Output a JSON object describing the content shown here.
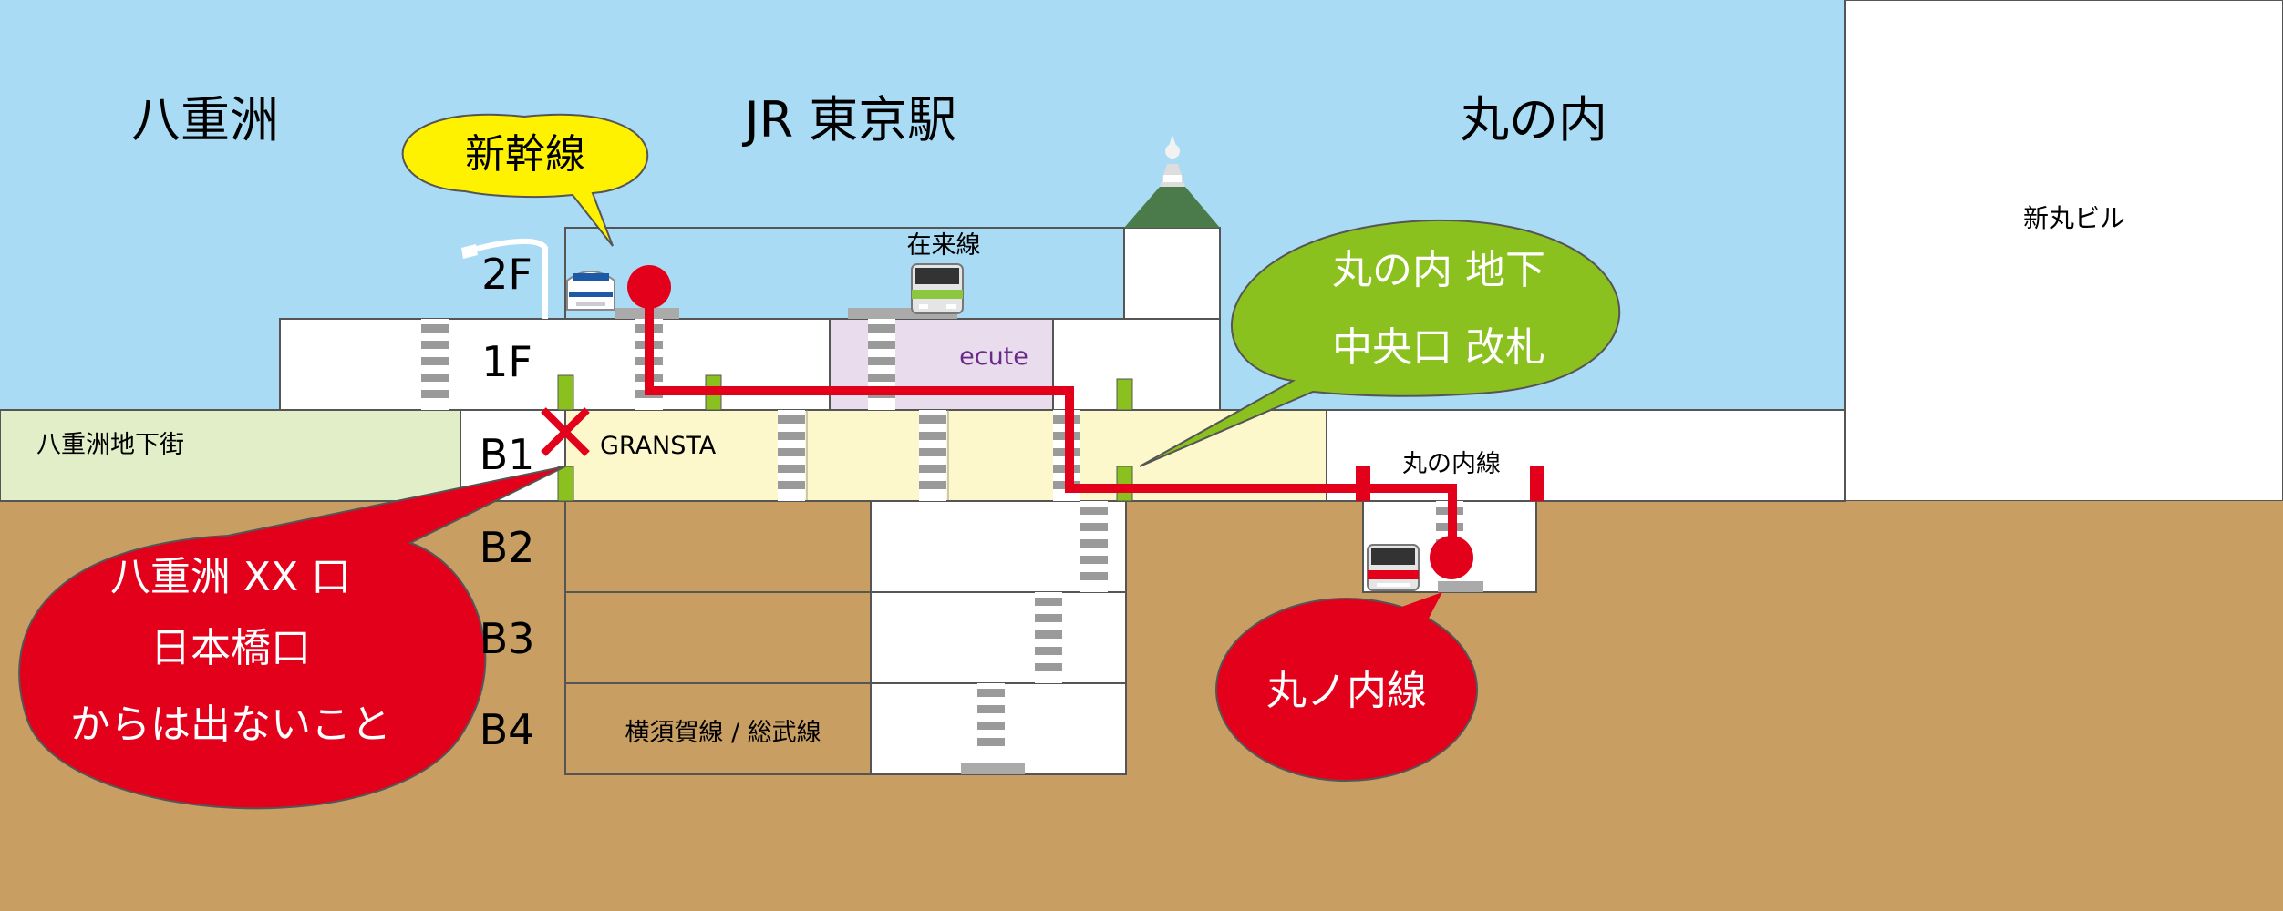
{
  "areas": {
    "yaesu": "八重洲",
    "jr_station": "JR 東京駅",
    "marunouchi": "丸の内",
    "shin_maru_bldg": "新丸ビル"
  },
  "floors": [
    "2F",
    "1F",
    "B1",
    "B2",
    "B3",
    "B4"
  ],
  "places": {
    "yaesu_underground": "八重洲地下街",
    "gransta": "GRANSTA",
    "ecute": "ecute",
    "conventional_lines": "在来線",
    "marunouchi_line_concourse": "丸の内線",
    "yokosuka_sobu": "横須賀線 / 総武線"
  },
  "callouts": {
    "shinkansen": "新幹線",
    "marunouchi_gate": [
      "丸の内 地下",
      "中央口 改札"
    ],
    "no_exit": [
      "八重洲 XX 口",
      "日本橋口",
      "からは出ないこと"
    ],
    "marunouchi_line": "丸ノ内線"
  },
  "colors": {
    "sky": "#a9dbf5",
    "ground": "#c89e62",
    "route": "#e3001b",
    "green_callout": "#8bc11e",
    "yellow_callout": "#fff200",
    "gransta_floor": "#fdf8cc",
    "ecute_floor": "#e8dced",
    "yaesu_underground_floor": "#e2eec8",
    "roof": "#4b7b4b"
  },
  "icons": [
    "shinkansen-train-icon",
    "yamanote-train-icon",
    "marunouchi-train-icon",
    "stair-icon",
    "no-entry-cross-icon"
  ]
}
